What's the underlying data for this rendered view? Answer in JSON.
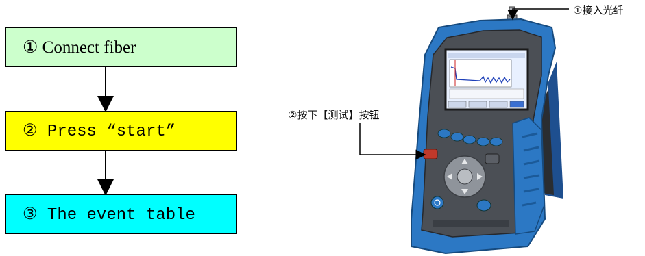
{
  "flowchart": {
    "steps": [
      {
        "label": "① Connect fiber",
        "color": "#ccffcc"
      },
      {
        "label": "② Press “start”",
        "color": "#ffff00"
      },
      {
        "label": "③ The event table",
        "color": "#00ffff"
      }
    ]
  },
  "device": {
    "callouts": [
      {
        "text": "①接入光纤"
      },
      {
        "text": "②按下【测试】按钮"
      }
    ],
    "colors": {
      "rubber_bumper": "#2c78c4",
      "body": "#4b4f55",
      "screen_bg": "#e8f0ff"
    }
  }
}
